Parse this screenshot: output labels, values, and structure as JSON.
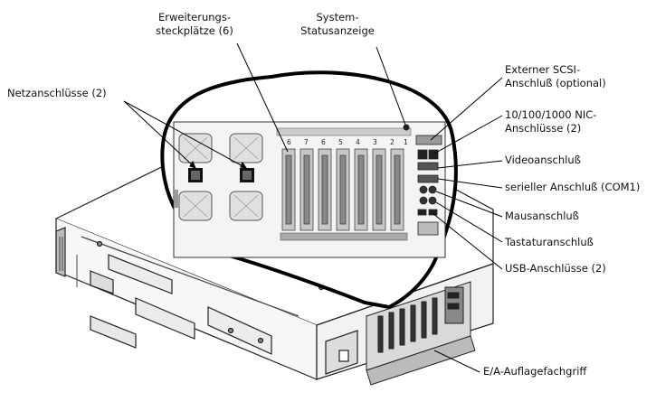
{
  "labels": {
    "erweiterung": {
      "line1": "Erweiterungs-",
      "line2": "steckplätze (6)"
    },
    "system": {
      "line1": "System-",
      "line2": "Statusanzeige"
    },
    "netz": "Netzanschlüsse (2)",
    "scsi": {
      "line1": "Externer SCSI-",
      "line2": "Anschluß (optional)"
    },
    "nic": {
      "line1": "10/100/1000 NIC-",
      "line2": "Anschlüsse (2)"
    },
    "video": "Videoanschluß",
    "seriell": "serieller Anschluß (COM1)",
    "maus": "Mausanschluß",
    "tastatur": "Tastaturanschluß",
    "usb": "USB-Anschlüsse (2)",
    "griff": "E/A-Auflagefachgriff"
  },
  "slot_numbers": [
    "6",
    "7",
    "6",
    "5",
    "4",
    "3",
    "2",
    "1"
  ]
}
